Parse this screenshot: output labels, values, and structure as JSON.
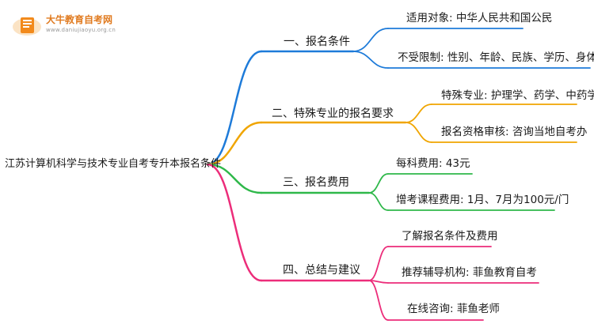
{
  "logo": {
    "brand_name": "大牛教育自考网",
    "domain_text": "www.daniujiaoyu.org.cn"
  },
  "root": {
    "label": "江苏计算机科学与技术专业自考专升本报名条件"
  },
  "branches": [
    {
      "label": "一、报名条件",
      "color": "#1e7bd9",
      "children": [
        {
          "label": "适用对象: 中华人民共和国公民"
        },
        {
          "label": "不受限制: 性别、年龄、民族、学历、身体健康"
        }
      ]
    },
    {
      "label": "二、特殊专业的报名要求",
      "color": "#f0a500",
      "children": [
        {
          "label": "特殊专业: 护理学、药学、中药学"
        },
        {
          "label": "报名资格审核: 咨询当地自考办"
        }
      ]
    },
    {
      "label": "三、报名费用",
      "color": "#2fb84a",
      "children": [
        {
          "label": "每科费用: 43元"
        },
        {
          "label": "增考课程费用: 1月、7月为100元/门"
        }
      ]
    },
    {
      "label": "四、总结与建议",
      "color": "#ec2d7a",
      "children": [
        {
          "label": "了解报名条件及费用"
        },
        {
          "label": "推荐辅导机构: 菲鱼教育自考"
        },
        {
          "label": "在线咨询: 菲鱼老师"
        }
      ]
    }
  ]
}
